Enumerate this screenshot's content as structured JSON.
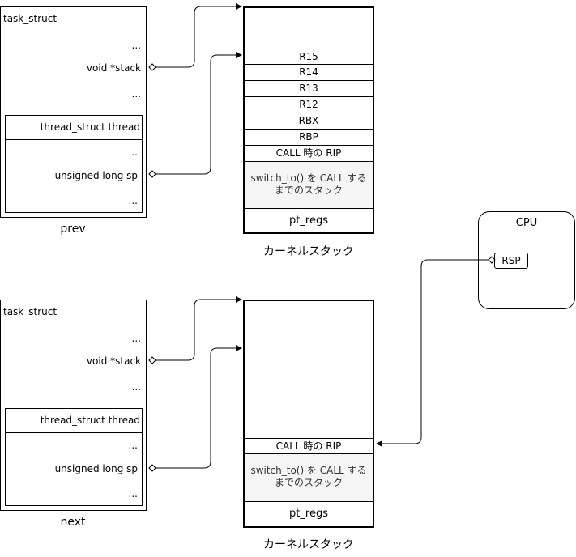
{
  "prev": {
    "task_struct_label": "task_struct",
    "ellipsis": "...",
    "void_stack": "void *stack",
    "thread_struct_label": "thread_struct thread",
    "unsigned_long_sp": "unsigned long sp",
    "caption": "prev"
  },
  "next": {
    "task_struct_label": "task_struct",
    "ellipsis": "...",
    "void_stack": "void *stack",
    "thread_struct_label": "thread_struct thread",
    "unsigned_long_sp": "unsigned long sp",
    "caption": "next"
  },
  "kernel_stack_prev": {
    "registers": [
      "R15",
      "R14",
      "R13",
      "R12",
      "RBX",
      "RBP"
    ],
    "call_rip": "CALL 時の RIP",
    "switch_to_line1": "switch_to() を CALL する",
    "switch_to_line2": "までのスタック",
    "pt_regs": "pt_regs",
    "caption": "カーネルスタック"
  },
  "kernel_stack_next": {
    "call_rip": "CALL 時の RIP",
    "switch_to_line1": "switch_to() を CALL する",
    "switch_to_line2": "までのスタック",
    "pt_regs": "pt_regs",
    "caption": "カーネルスタック"
  },
  "cpu": {
    "title": "CPU",
    "register": "RSP"
  }
}
